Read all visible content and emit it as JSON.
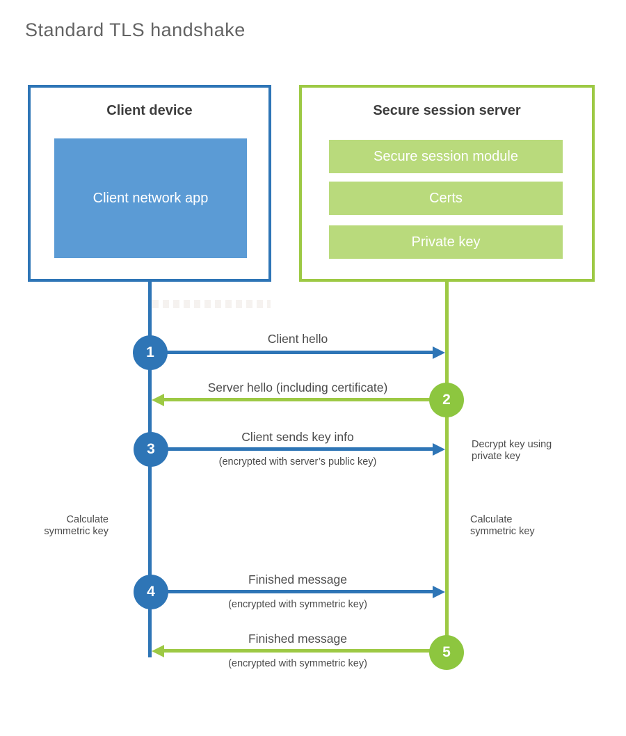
{
  "title": "Standard TLS handshake",
  "client": {
    "title": "Client device",
    "app": "Client network app",
    "note": "Calculate symmetric key"
  },
  "server": {
    "title": "Secure session server",
    "modules": [
      "Secure session module",
      "Certs",
      "Private key"
    ],
    "note": "Calculate symmetric key"
  },
  "steps": [
    {
      "number": "1",
      "from": "client",
      "to": "server",
      "label": "Client hello",
      "sublabel": ""
    },
    {
      "number": "2",
      "from": "server",
      "to": "client",
      "label": "Server hello (including certificate)",
      "sublabel": ""
    },
    {
      "number": "3",
      "from": "client",
      "to": "server",
      "label": "Client sends key info",
      "sublabel": "(encrypted with server’s public key)",
      "note": "Decrypt key using private key"
    },
    {
      "number": "4",
      "from": "client",
      "to": "server",
      "label": "Finished message",
      "sublabel": "(encrypted with symmetric key)"
    },
    {
      "number": "5",
      "from": "server",
      "to": "client",
      "label": "Finished message",
      "sublabel": "(encrypted with symmetric key)"
    }
  ],
  "colors": {
    "client_accent": "#2e75b6",
    "client_fill": "#5b9bd5",
    "server_accent": "#9dc944",
    "server_circle": "#8dc63f",
    "server_fill": "#b9da7c",
    "heading_text": "#3d3d3d",
    "label_text": "#4b4b4b",
    "title_text": "#636363"
  }
}
